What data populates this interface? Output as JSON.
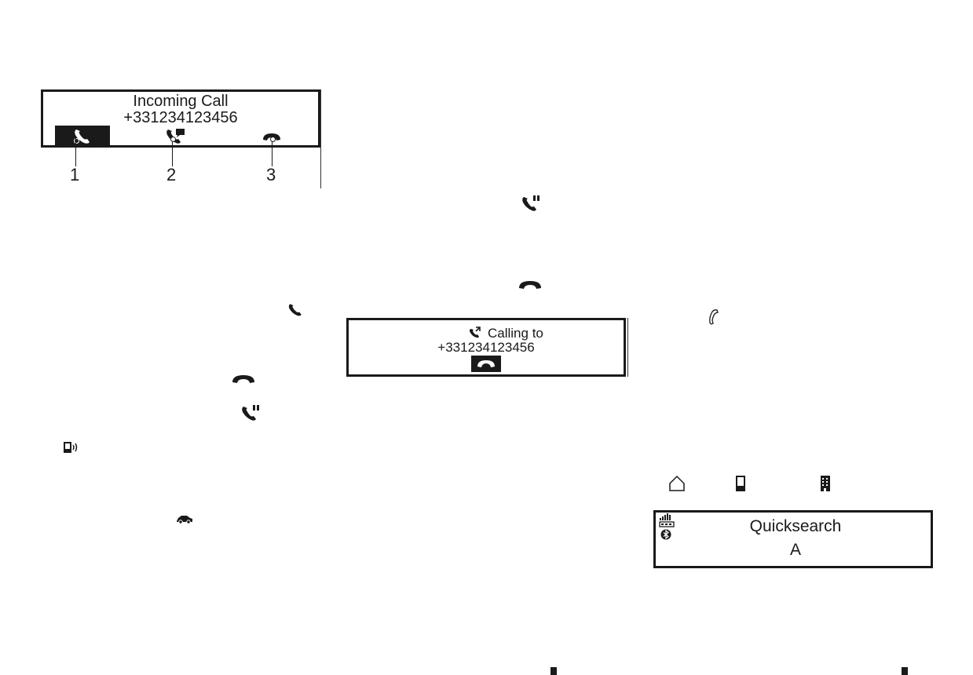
{
  "incoming_call": {
    "title": "Incoming Call",
    "number": "+331234123456",
    "callouts": [
      "1",
      "2",
      "3"
    ],
    "icons": [
      "accept-call-icon",
      "call-message-icon",
      "reject-call-icon"
    ]
  },
  "calling": {
    "title": "Calling to",
    "number": "+331234123456",
    "icons": [
      "outgoing-call-icon",
      "end-call-icon"
    ]
  },
  "quicksearch": {
    "title": "Quicksearch",
    "letter": "A",
    "icons": [
      "signal-battery-icon",
      "bluetooth-icon"
    ]
  },
  "contact_type_icons": [
    "home-icon",
    "mobile-icon",
    "office-icon"
  ],
  "legend_icons": [
    "call-message-icon",
    "reject-call-icon",
    "accept-call-icon",
    "end-call-icon",
    "call-message-icon",
    "mobile-ringing-icon",
    "car-icon",
    "handset-icon"
  ],
  "colors": {
    "screen_border": "#1a1a1a",
    "inverted_bg": "#1a1a1a",
    "background": "#ffffff"
  }
}
